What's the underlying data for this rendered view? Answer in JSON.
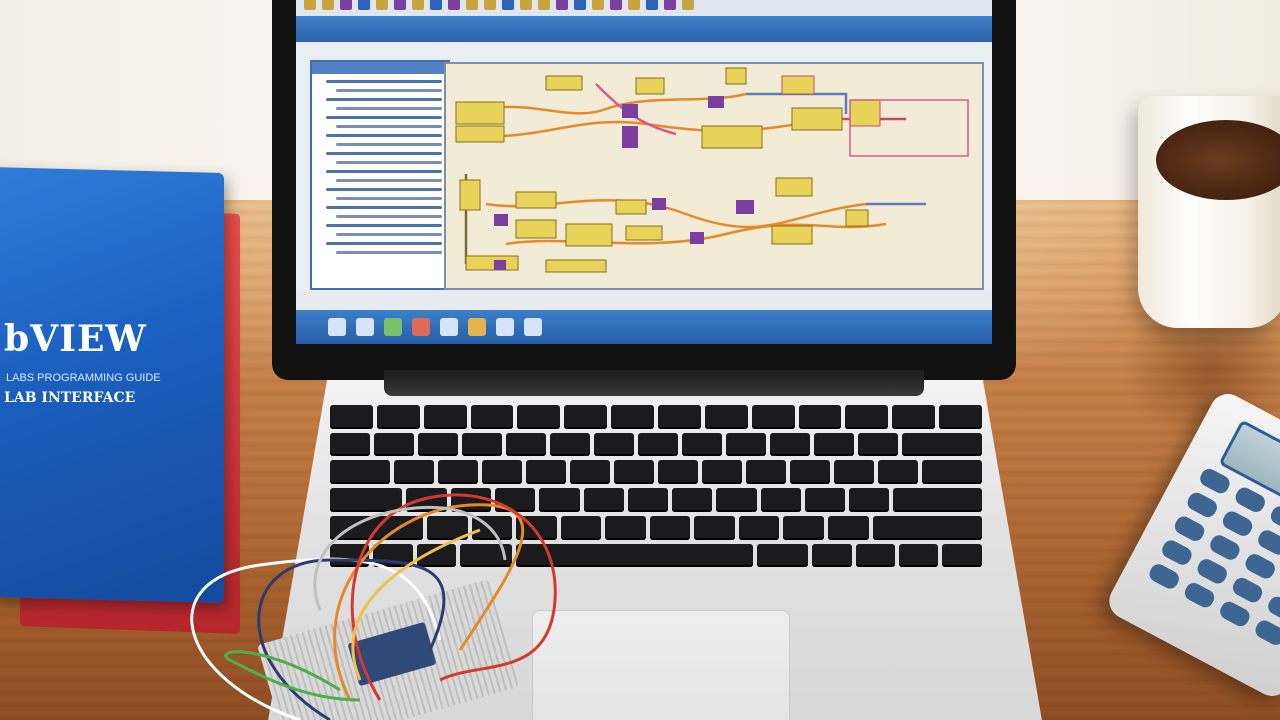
{
  "scene": {
    "book": {
      "title": "bVIEW",
      "subtitle_line_1": "LABS PROGRAMMING GUIDE",
      "subtitle_line_2": "LAB INTERFACE"
    },
    "laptop_screen": {
      "app": "graphical block-diagram programming environment",
      "taskbar_icons": 8,
      "toolbar_icons": 22
    },
    "colors": {
      "book_cover": "#1b5fbf",
      "taskbar": "#2a64ad",
      "diagram_bg": "#f2ecd7",
      "block_yellow": "#e7d35a",
      "block_purple": "#7a3fa0",
      "wire_orange": "#e58a2a"
    }
  }
}
